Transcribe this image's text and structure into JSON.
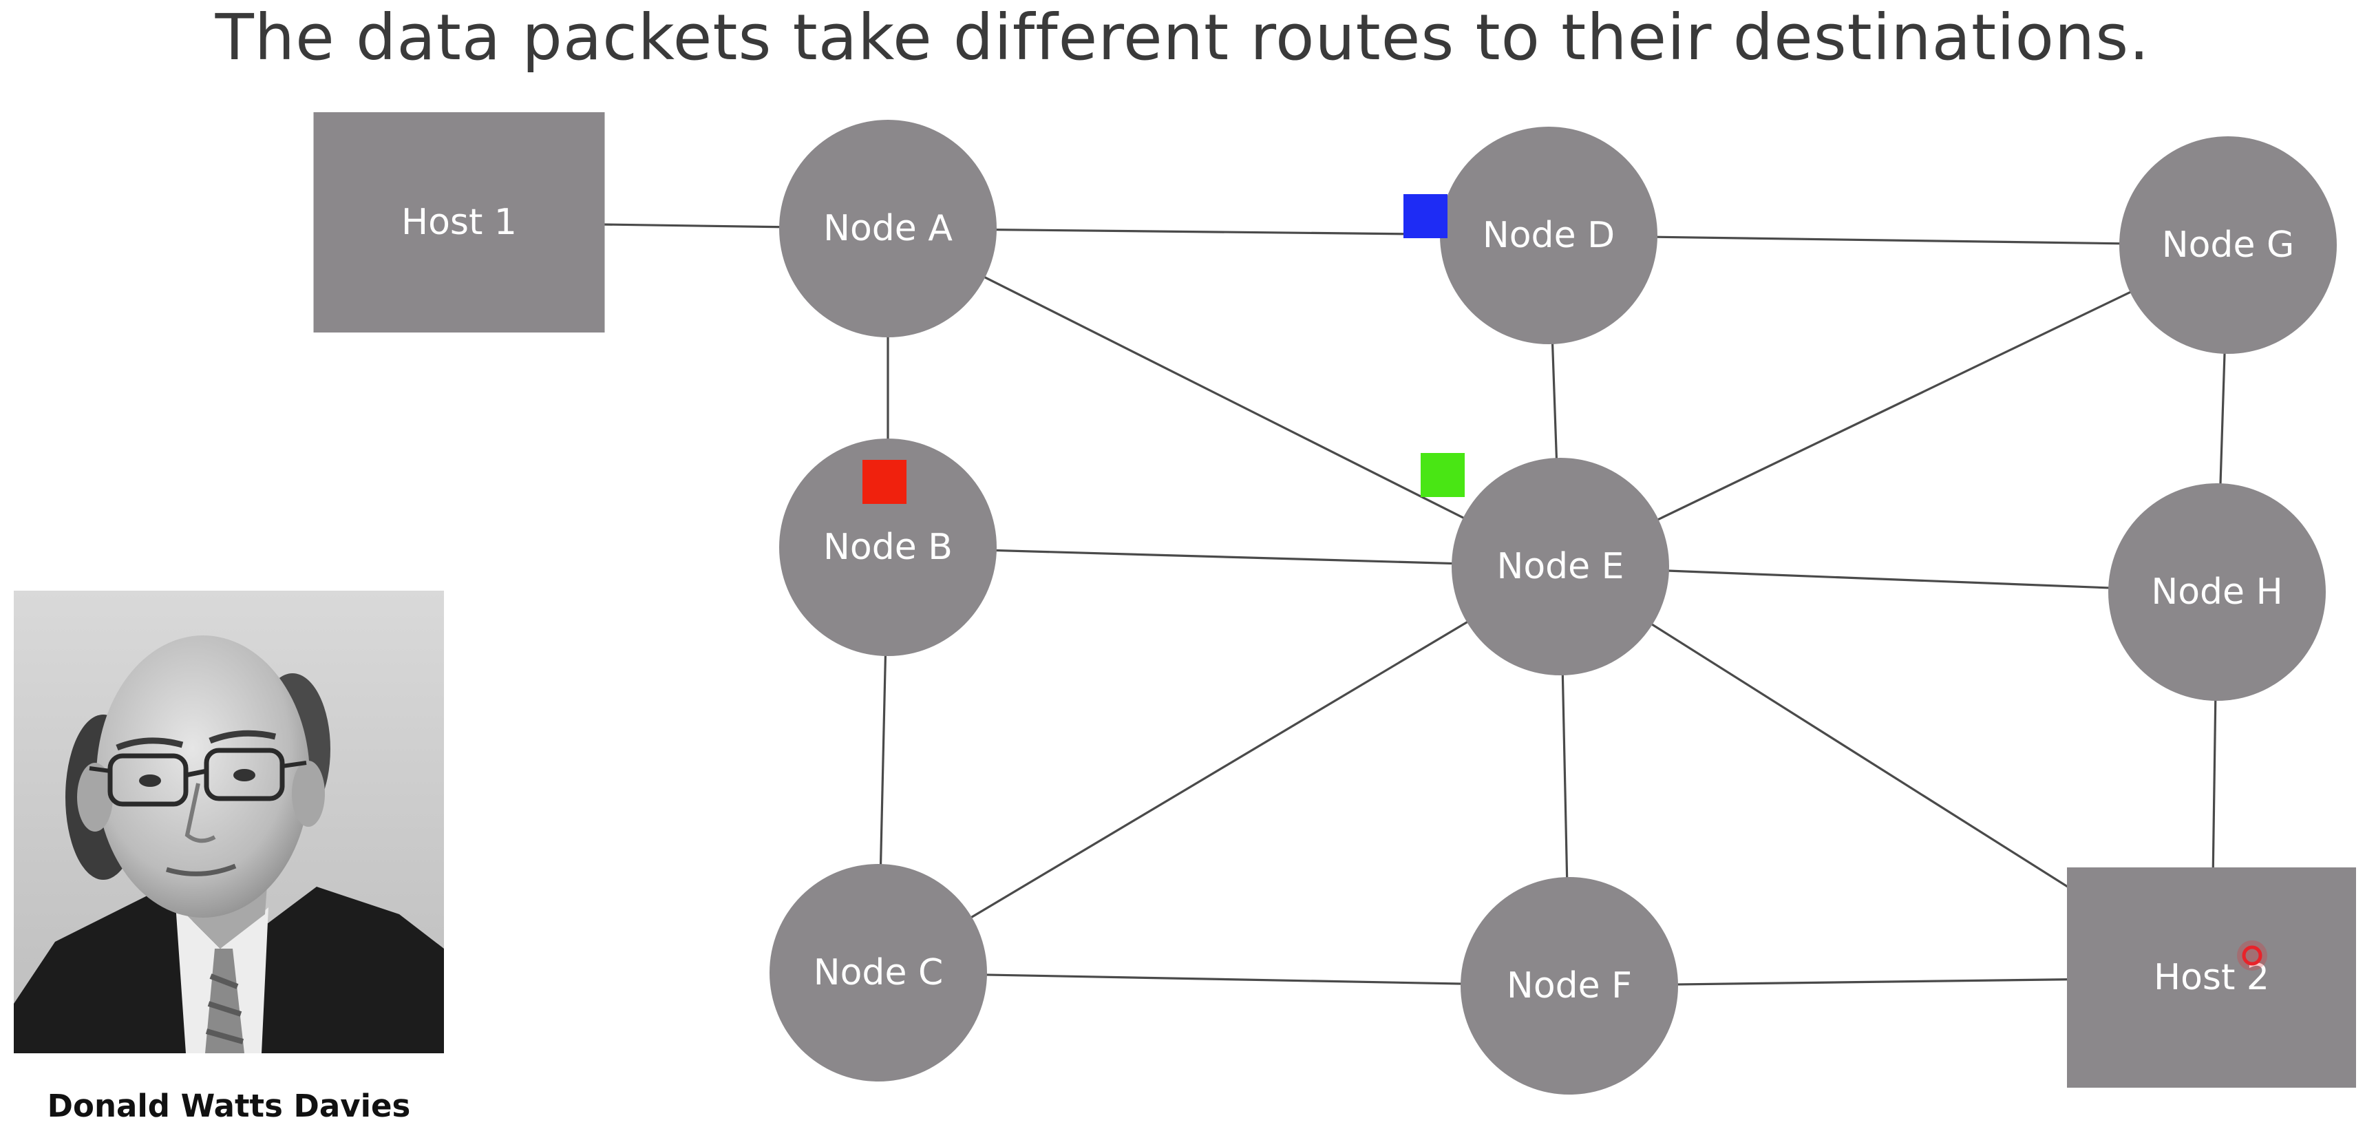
{
  "title": "The data packets take different routes to their destinations.",
  "caption": "Donald Watts Davies",
  "portrait": {
    "icon": "portrait-photo",
    "subject": "Donald Watts Davies"
  },
  "nodes": [
    {
      "id": "host1",
      "label": "Host 1",
      "shape": "square"
    },
    {
      "id": "nodeA",
      "label": "Node A",
      "shape": "circle"
    },
    {
      "id": "nodeB",
      "label": "Node B",
      "shape": "circle"
    },
    {
      "id": "nodeC",
      "label": "Node C",
      "shape": "circle"
    },
    {
      "id": "nodeD",
      "label": "Node D",
      "shape": "circle"
    },
    {
      "id": "nodeE",
      "label": "Node E",
      "shape": "circle"
    },
    {
      "id": "nodeF",
      "label": "Node F",
      "shape": "circle"
    },
    {
      "id": "nodeG",
      "label": "Node G",
      "shape": "circle"
    },
    {
      "id": "nodeH",
      "label": "Node H",
      "shape": "circle"
    },
    {
      "id": "host2",
      "label": "Host 2",
      "shape": "square"
    }
  ],
  "edges": [
    [
      "host1",
      "nodeA"
    ],
    [
      "nodeA",
      "nodeD"
    ],
    [
      "nodeA",
      "nodeB"
    ],
    [
      "nodeA",
      "nodeE"
    ],
    [
      "nodeD",
      "nodeG"
    ],
    [
      "nodeD",
      "nodeE"
    ],
    [
      "nodeB",
      "nodeE"
    ],
    [
      "nodeB",
      "nodeC"
    ],
    [
      "nodeE",
      "nodeG"
    ],
    [
      "nodeE",
      "nodeH"
    ],
    [
      "nodeE",
      "nodeC"
    ],
    [
      "nodeE",
      "nodeF"
    ],
    [
      "nodeE",
      "host2"
    ],
    [
      "nodeG",
      "nodeH"
    ],
    [
      "nodeH",
      "host2"
    ],
    [
      "nodeC",
      "nodeF"
    ],
    [
      "nodeF",
      "host2"
    ]
  ],
  "packets": [
    {
      "id": "packet-blue",
      "color": "#1e2cf5"
    },
    {
      "id": "packet-red",
      "color": "#f0210d"
    },
    {
      "id": "packet-green",
      "color": "#49e614"
    }
  ],
  "colors": {
    "node_fill": "#8b888b",
    "edge": "#4a4a4a",
    "cursor": "#e8232a"
  }
}
